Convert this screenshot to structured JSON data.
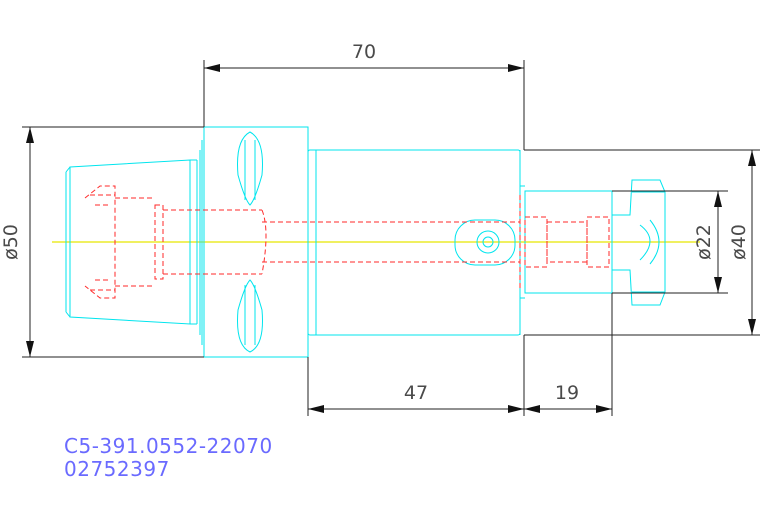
{
  "dimensions": {
    "total_length": "70",
    "body_length": "47",
    "shank_length": "19",
    "flange_diameter": "ø50",
    "shank_diameter": "ø40",
    "bore_diameter": "ø22"
  },
  "part": {
    "designation": "C5-391.0552-22070",
    "item_number": "02752397"
  },
  "colors": {
    "outline": "#00e5ee",
    "hidden_lines": "#ff2a2a",
    "center_line": "#e6e600",
    "dimension_lines": "#222222",
    "text": "#6a6aff"
  }
}
